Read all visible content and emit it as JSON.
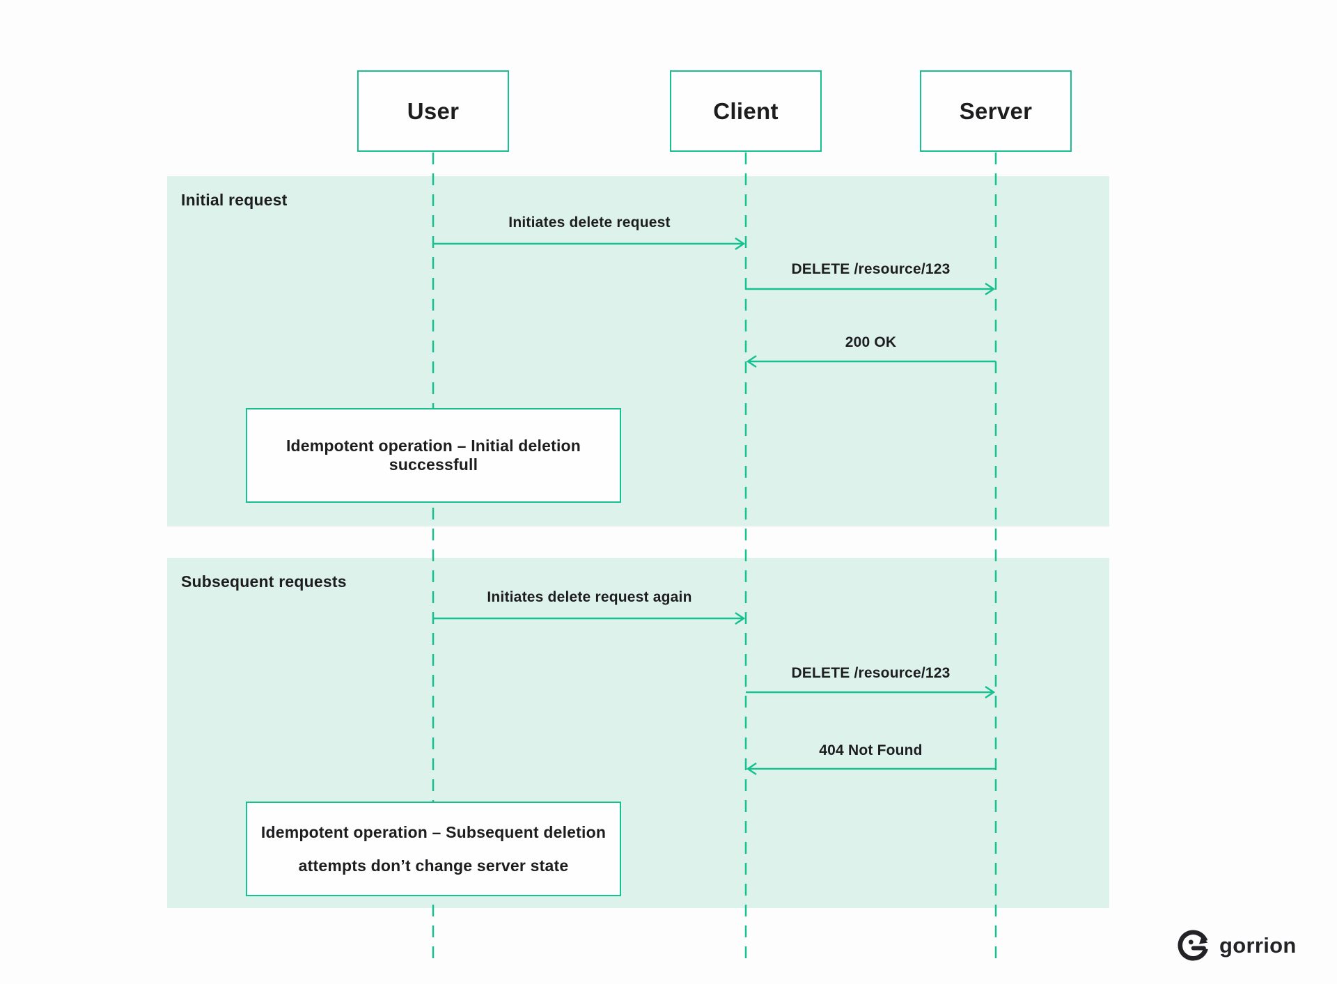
{
  "colors": {
    "accent": "#16c08f",
    "section_background": "#dcf2eb",
    "note_background": "#fefefe",
    "page_background": "#fdfdfd",
    "text": "#1d1d1f",
    "logo": "#232327"
  },
  "diagram_type": "sequence-diagram",
  "actors": [
    {
      "label": "User"
    },
    {
      "label": "Client"
    },
    {
      "label": "Server"
    }
  ],
  "sections": [
    {
      "title": "Initial request",
      "messages": [
        {
          "text": "Initiates delete request",
          "from": "User",
          "to": "Client"
        },
        {
          "text": "DELETE /resource/123",
          "from": "Client",
          "to": "Server"
        },
        {
          "text": "200 OK",
          "from": "Server",
          "to": "Client"
        }
      ],
      "note": {
        "lines": [
          "Idempotent operation – Initial deletion successfull"
        ]
      }
    },
    {
      "title": "Subsequent requests",
      "messages": [
        {
          "text": "Initiates delete request again",
          "from": "User",
          "to": "Client"
        },
        {
          "text": "DELETE /resource/123",
          "from": "Client",
          "to": "Server"
        },
        {
          "text": "404 Not Found",
          "from": "Server",
          "to": "Client"
        }
      ],
      "note": {
        "lines": [
          "Idempotent operation – Subsequent deletion",
          "attempts don’t change server state"
        ]
      }
    }
  ],
  "footer": {
    "brand": "gorrion"
  }
}
